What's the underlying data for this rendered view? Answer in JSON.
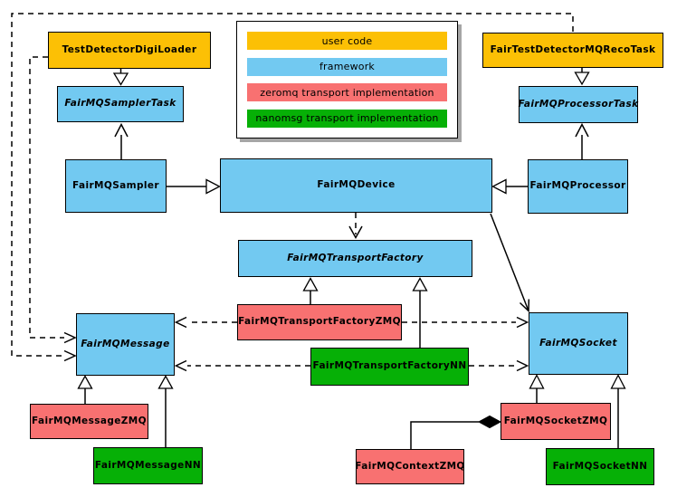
{
  "legend": {
    "items": [
      {
        "label": "user code",
        "color": "#FCC005"
      },
      {
        "label": "framework",
        "color": "#72C9F1"
      },
      {
        "label": "zeromq transport implementation",
        "color": "#F87171"
      },
      {
        "label": "nanomsg transport implementation",
        "color": "#06B006"
      }
    ]
  },
  "nodes": {
    "testDetectorDigiLoader": {
      "label": "TestDetectorDigiLoader",
      "category": "user code",
      "color": "#FCC005",
      "abstract": false
    },
    "fairTestDetectorMQRecoTask": {
      "label": "FairTestDetectorMQRecoTask",
      "category": "user code",
      "color": "#FCC005",
      "abstract": false
    },
    "fairMQSamplerTask": {
      "label": "FairMQSamplerTask",
      "category": "framework",
      "color": "#72C9F1",
      "abstract": true
    },
    "fairMQProcessorTask": {
      "label": "FairMQProcessorTask",
      "category": "framework",
      "color": "#72C9F1",
      "abstract": true
    },
    "fairMQSampler": {
      "label": "FairMQSampler",
      "category": "framework",
      "color": "#72C9F1",
      "abstract": false
    },
    "fairMQDevice": {
      "label": "FairMQDevice",
      "category": "framework",
      "color": "#72C9F1",
      "abstract": false
    },
    "fairMQProcessor": {
      "label": "FairMQProcessor",
      "category": "framework",
      "color": "#72C9F1",
      "abstract": false
    },
    "fairMQTransportFactory": {
      "label": "FairMQTransportFactory",
      "category": "framework",
      "color": "#72C9F1",
      "abstract": true
    },
    "fairMQTransportFactoryZMQ": {
      "label": "FairMQTransportFactoryZMQ",
      "category": "zeromq",
      "color": "#F87171",
      "abstract": false
    },
    "fairMQTransportFactoryNN": {
      "label": "FairMQTransportFactoryNN",
      "category": "nanomsg",
      "color": "#06B006",
      "abstract": false
    },
    "fairMQMessage": {
      "label": "FairMQMessage",
      "category": "framework",
      "color": "#72C9F1",
      "abstract": true
    },
    "fairMQSocket": {
      "label": "FairMQSocket",
      "category": "framework",
      "color": "#72C9F1",
      "abstract": true
    },
    "fairMQMessageZMQ": {
      "label": "FairMQMessageZMQ",
      "category": "zeromq",
      "color": "#F87171",
      "abstract": false
    },
    "fairMQMessageNN": {
      "label": "FairMQMessageNN",
      "category": "nanomsg",
      "color": "#06B006",
      "abstract": false
    },
    "fairMQContextZMQ": {
      "label": "FairMQContextZMQ",
      "category": "zeromq",
      "color": "#F87171",
      "abstract": false
    },
    "fairMQSocketZMQ": {
      "label": "FairMQSocketZMQ",
      "category": "zeromq",
      "color": "#F87171",
      "abstract": false
    },
    "fairMQSocketNN": {
      "label": "FairMQSocketNN",
      "category": "nanomsg",
      "color": "#06B006",
      "abstract": false
    }
  },
  "edges": [
    {
      "from": "TestDetectorDigiLoader",
      "to": "FairMQSamplerTask",
      "type": "inheritance"
    },
    {
      "from": "FairTestDetectorMQRecoTask",
      "to": "FairMQProcessorTask",
      "type": "inheritance"
    },
    {
      "from": "FairMQSampler",
      "to": "FairMQSamplerTask",
      "type": "association"
    },
    {
      "from": "FairMQProcessor",
      "to": "FairMQProcessorTask",
      "type": "association"
    },
    {
      "from": "FairMQSampler",
      "to": "FairMQDevice",
      "type": "inheritance"
    },
    {
      "from": "FairMQProcessor",
      "to": "FairMQDevice",
      "type": "inheritance"
    },
    {
      "from": "FairMQDevice",
      "to": "FairMQTransportFactory",
      "type": "dependency"
    },
    {
      "from": "FairMQDevice",
      "to": "FairMQSocket",
      "type": "association"
    },
    {
      "from": "FairMQTransportFactoryZMQ",
      "to": "FairMQTransportFactory",
      "type": "inheritance"
    },
    {
      "from": "FairMQTransportFactoryNN",
      "to": "FairMQTransportFactory",
      "type": "inheritance"
    },
    {
      "from": "FairMQTransportFactoryZMQ",
      "to": "FairMQMessage",
      "type": "dependency"
    },
    {
      "from": "FairMQTransportFactoryZMQ",
      "to": "FairMQSocket",
      "type": "dependency"
    },
    {
      "from": "FairMQTransportFactoryNN",
      "to": "FairMQMessage",
      "type": "dependency"
    },
    {
      "from": "FairMQTransportFactoryNN",
      "to": "FairMQSocket",
      "type": "dependency"
    },
    {
      "from": "TestDetectorDigiLoader",
      "to": "FairMQMessage",
      "type": "dependency"
    },
    {
      "from": "FairTestDetectorMQRecoTask",
      "to": "FairMQMessage",
      "type": "dependency"
    },
    {
      "from": "FairMQMessageZMQ",
      "to": "FairMQMessage",
      "type": "inheritance"
    },
    {
      "from": "FairMQMessageNN",
      "to": "FairMQMessage",
      "type": "inheritance"
    },
    {
      "from": "FairMQSocketZMQ",
      "to": "FairMQSocket",
      "type": "inheritance"
    },
    {
      "from": "FairMQSocketNN",
      "to": "FairMQSocket",
      "type": "inheritance"
    },
    {
      "from": "FairMQSocketZMQ",
      "to": "FairMQContextZMQ",
      "type": "composition"
    }
  ]
}
